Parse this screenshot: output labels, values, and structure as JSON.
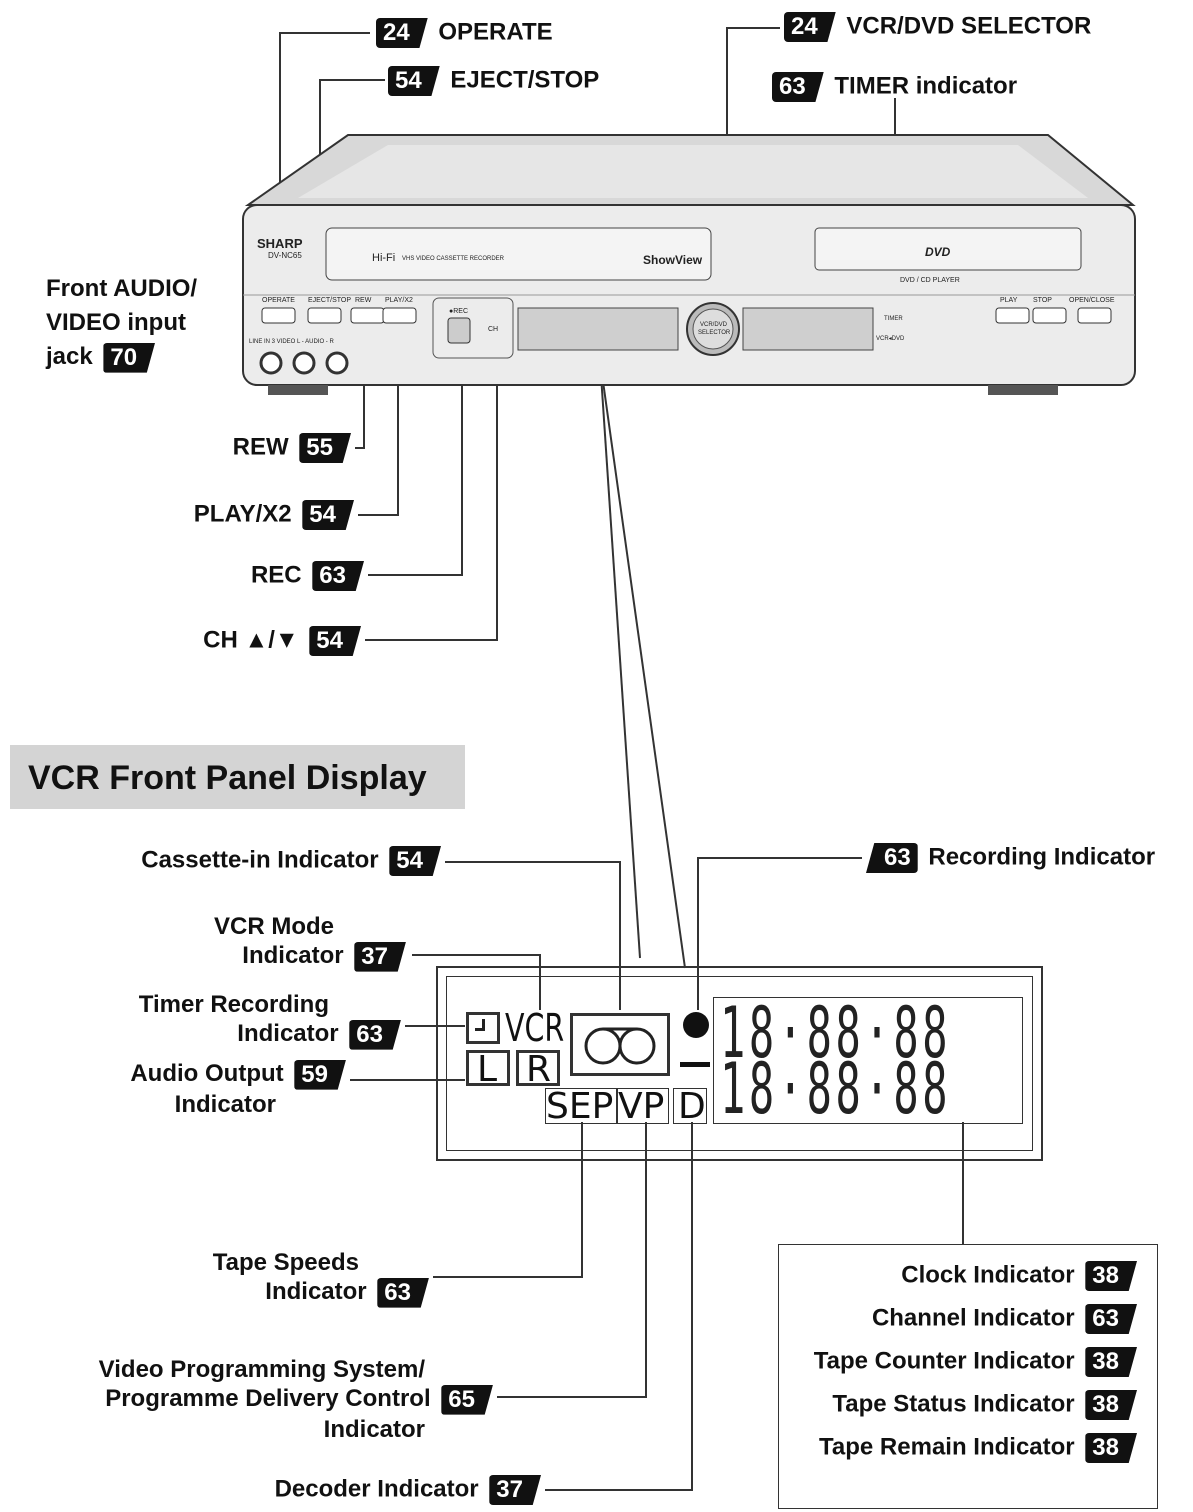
{
  "callouts": {
    "operate": {
      "page": "24",
      "label": "OPERATE"
    },
    "eject_stop": {
      "page": "54",
      "label": "EJECT/STOP"
    },
    "vcr_dvd_selector": {
      "page": "24",
      "label": "VCR/DVD SELECTOR"
    },
    "timer_indicator": {
      "page": "63",
      "label": "TIMER indicator"
    },
    "front_av": {
      "label_line1": "Front AUDIO/",
      "label_line2": "VIDEO input",
      "label_line3": "jack",
      "page": "70"
    },
    "rew": {
      "label": "REW",
      "page": "55"
    },
    "play_x2": {
      "label": "PLAY/X2",
      "page": "54"
    },
    "rec": {
      "label": "REC",
      "page": "63"
    },
    "ch": {
      "label": "CH ▲/▼",
      "page": "54"
    }
  },
  "device": {
    "brand": "SHARP",
    "model": "DV-NC65",
    "vhs_hifi": "Hi-Fi",
    "vhs_caption": "VHS VIDEO CASSETTE RECORDER",
    "showview": "ShowView",
    "dvd_logo": "DVD",
    "dvd_caption": "DVD / CD PLAYER",
    "buttons": {
      "operate": "OPERATE",
      "eject_stop": "EJECT/STOP",
      "rew": "REW",
      "play_x2": "PLAY/X2",
      "rec": "●REC",
      "ch": "CH",
      "selector_line1": "VCR/DVD",
      "selector_line2": "SELECTOR",
      "timer": "TIMER",
      "vcr_dvd": "VCR◂DVD",
      "play": "PLAY",
      "stop": "STOP",
      "open_close": "OPEN/CLOSE"
    },
    "jack_label": "LINE IN 3   VIDEO    L - AUDIO - R"
  },
  "section": {
    "title": "VCR Front Panel Display"
  },
  "display_callouts": {
    "cassette_in": {
      "label": "Cassette-in Indicator",
      "page": "54"
    },
    "recording": {
      "page": "63",
      "label": "Recording Indicator"
    },
    "vcr_mode": {
      "line1": "VCR Mode",
      "line2": "Indicator",
      "page": "37"
    },
    "timer_recording": {
      "line1": "Timer Recording",
      "line2": "Indicator",
      "page": "63"
    },
    "audio_output": {
      "line1": "Audio Output",
      "line2": "Indicator",
      "page": "59"
    },
    "tape_speeds": {
      "line1": "Tape Speeds",
      "line2": "Indicator",
      "page": "63"
    },
    "vps_pdc": {
      "line1": "Video Programming System/",
      "line2": "Programme Delivery Control",
      "line3": "Indicator",
      "page": "65"
    },
    "decoder": {
      "label": "Decoder Indicator",
      "page": "37"
    }
  },
  "display": {
    "vcr": "VCR",
    "l": "L",
    "r": "R",
    "sep": "SEP",
    "vp": "VP",
    "d": "D",
    "digits_top": "18·88·88",
    "digits_bottom": "18·88·88"
  },
  "legend_box": {
    "items": [
      {
        "label": "Clock Indicator",
        "page": "38"
      },
      {
        "label": "Channel Indicator",
        "page": "63"
      },
      {
        "label": "Tape Counter Indicator",
        "page": "38"
      },
      {
        "label": "Tape Status Indicator",
        "page": "38"
      },
      {
        "label": "Tape Remain Indicator",
        "page": "38"
      }
    ]
  }
}
